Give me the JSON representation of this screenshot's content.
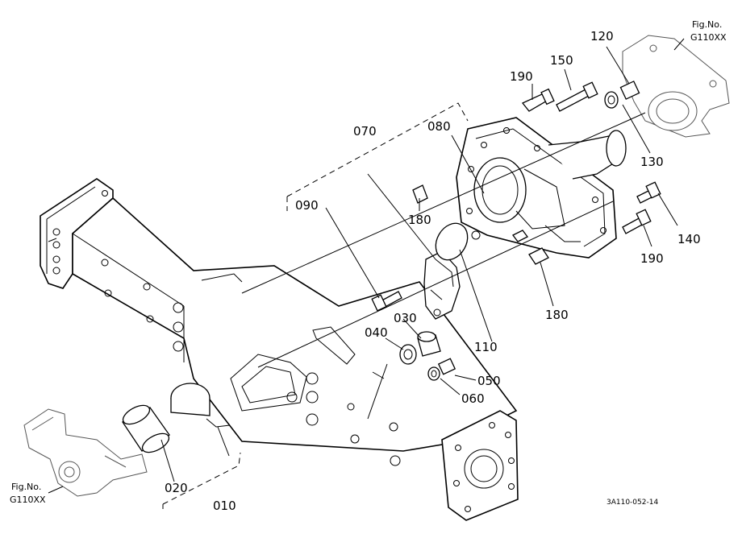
{
  "labels": {
    "p010": "010",
    "p020": "020",
    "p030": "030",
    "p040": "040",
    "p050": "050",
    "p060": "060",
    "p070": "070",
    "p080": "080",
    "p090": "090",
    "p110": "110",
    "p120": "120",
    "p130": "130",
    "p140": "140",
    "p150": "150",
    "p180a": "180",
    "p180b": "180",
    "p190a": "190",
    "p190b": "190"
  },
  "fig_refs": {
    "top_right": {
      "line1": "Fig.No.",
      "line2": "G110XX"
    },
    "bottom_left": {
      "line1": "Fig.No.",
      "line2": "G110XX"
    }
  },
  "drawing_code": "3A110-052-14"
}
